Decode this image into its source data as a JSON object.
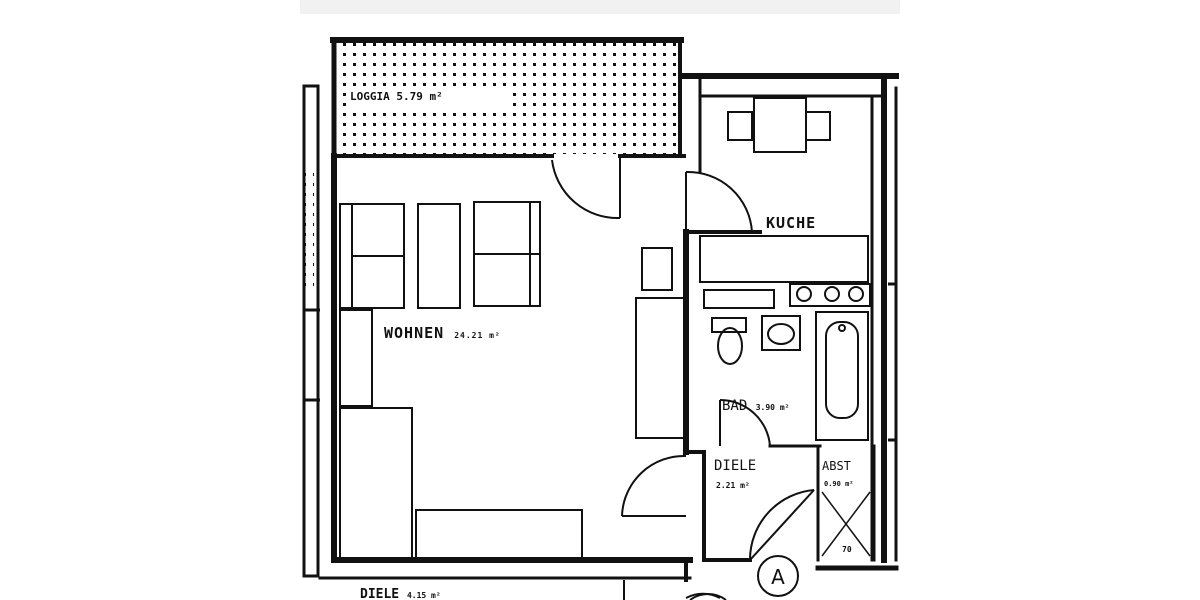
{
  "rooms": {
    "loggia": {
      "name": "LOGGIA",
      "area": "5.79 m²"
    },
    "wohnen": {
      "name": "WOHNEN",
      "area": "24.21 m²"
    },
    "kuche": {
      "name": "KUCHE"
    },
    "bad": {
      "name": "BAD",
      "area": "3.90 m²"
    },
    "diele": {
      "name": "DIELE",
      "area": "2.21 m²"
    },
    "abst": {
      "name": "ABST",
      "area": "0.90 m²",
      "code": "70"
    },
    "diele2": {
      "name": "DIELE",
      "area": "4.15 m²"
    }
  },
  "marker": {
    "label": "A"
  }
}
